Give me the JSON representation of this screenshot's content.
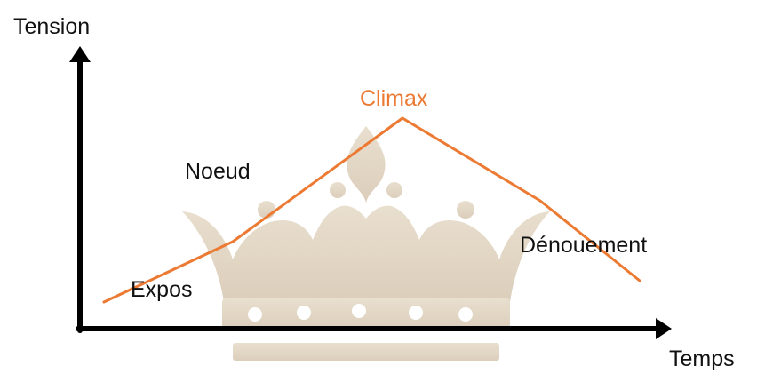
{
  "axes": {
    "y_label": "Tension",
    "x_label": "Temps"
  },
  "stages": {
    "exposition": "Expos",
    "noeud": "Noeud",
    "climax": "Climax",
    "denouement": "Dénouement"
  },
  "colors": {
    "axis": "#000000",
    "curve": "#ec7a33",
    "climax_label": "#ec7a33",
    "watermark": "#c9b494"
  },
  "icons": {
    "watermark": "crown-icon"
  }
}
